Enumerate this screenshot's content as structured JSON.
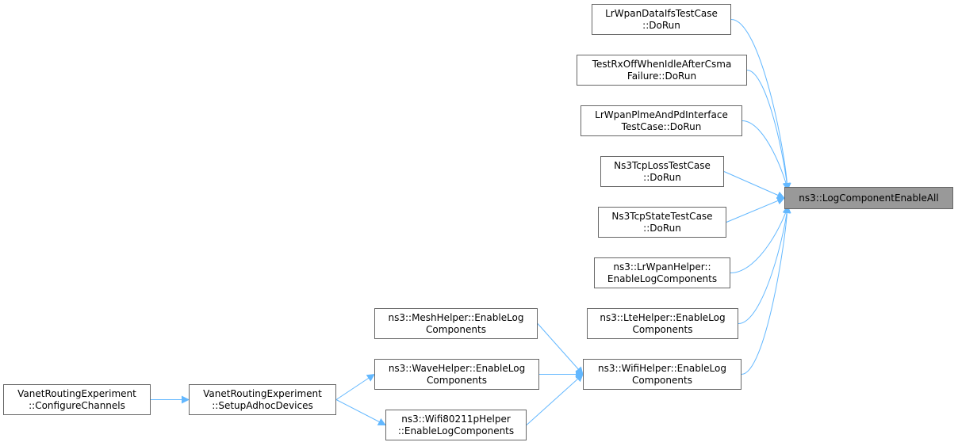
{
  "root": {
    "id": "root",
    "lines": [
      "ns3::LogComponentEnableAll"
    ]
  },
  "callers": [
    {
      "id": "n1",
      "lines": [
        "LrWpanDataIfsTestCase",
        "::DoRun"
      ]
    },
    {
      "id": "n2",
      "lines": [
        "TestRxOffWhenIdleAfterCsma",
        "Failure::DoRun"
      ]
    },
    {
      "id": "n3",
      "lines": [
        "LrWpanPlmeAndPdInterface",
        "TestCase::DoRun"
      ]
    },
    {
      "id": "n4",
      "lines": [
        "Ns3TcpLossTestCase",
        "::DoRun"
      ]
    },
    {
      "id": "n5",
      "lines": [
        "Ns3TcpStateTestCase",
        "::DoRun"
      ]
    },
    {
      "id": "n6",
      "lines": [
        "ns3::LrWpanHelper::",
        "EnableLogComponents"
      ]
    },
    {
      "id": "n7",
      "lines": [
        "ns3::LteHelper::EnableLog",
        "Components"
      ]
    },
    {
      "id": "n8",
      "lines": [
        "ns3::WifiHelper::EnableLog",
        "Components"
      ]
    },
    {
      "id": "n9",
      "lines": [
        "ns3::MeshHelper::EnableLog",
        "Components"
      ]
    },
    {
      "id": "n10",
      "lines": [
        "ns3::WaveHelper::EnableLog",
        "Components"
      ]
    },
    {
      "id": "n11",
      "lines": [
        "ns3::Wifi80211pHelper",
        "::EnableLogComponents"
      ]
    },
    {
      "id": "n12",
      "lines": [
        "VanetRoutingExperiment",
        "::SetupAdhocDevices"
      ]
    },
    {
      "id": "n13",
      "lines": [
        "VanetRoutingExperiment",
        "::ConfigureChannels"
      ]
    }
  ],
  "edges": [
    {
      "from": "n1",
      "to": "root"
    },
    {
      "from": "n2",
      "to": "root"
    },
    {
      "from": "n3",
      "to": "root"
    },
    {
      "from": "n4",
      "to": "root"
    },
    {
      "from": "n5",
      "to": "root"
    },
    {
      "from": "n6",
      "to": "root"
    },
    {
      "from": "n7",
      "to": "root"
    },
    {
      "from": "n8",
      "to": "root"
    },
    {
      "from": "n9",
      "to": "n8"
    },
    {
      "from": "n10",
      "to": "n8"
    },
    {
      "from": "n11",
      "to": "n8"
    },
    {
      "from": "n12",
      "to": "n10"
    },
    {
      "from": "n12",
      "to": "n11"
    },
    {
      "from": "n13",
      "to": "n12"
    }
  ],
  "colors": {
    "edge": "#63b8ff",
    "node_border": "#666666",
    "root_fill": "#999999",
    "node_fill": "#ffffff"
  }
}
